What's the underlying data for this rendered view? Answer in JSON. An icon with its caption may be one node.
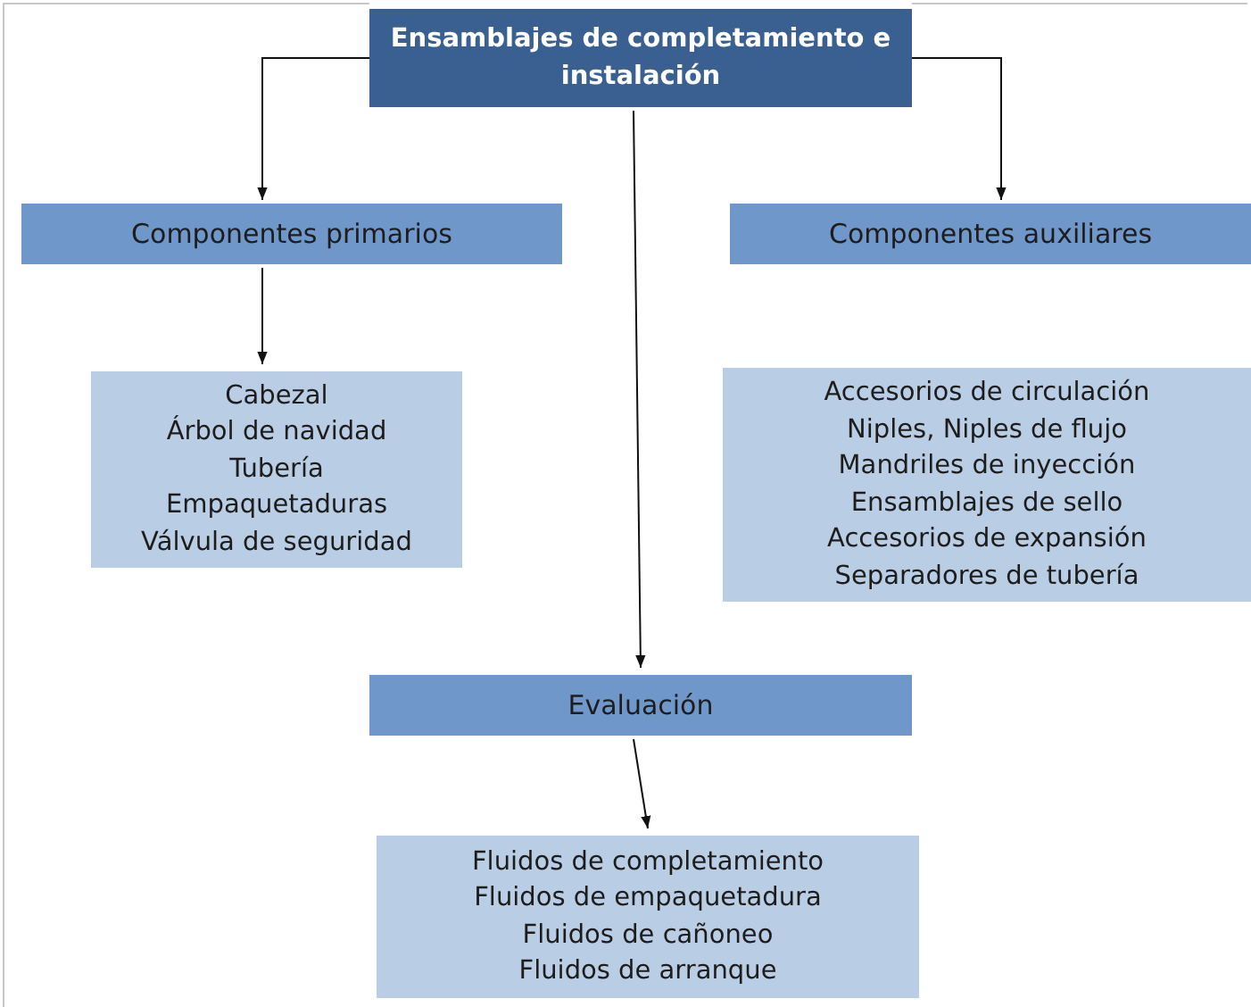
{
  "diagram": {
    "nodes": [
      {
        "text": [
          "Ensamblajes de completamiento e instalación"
        ]
      },
      {
        "text": [
          "Componentes primarios"
        ]
      },
      {
        "text": [
          "Componentes auxiliares"
        ]
      },
      {
        "text": [
          "Cabezal",
          "Árbol de navidad",
          "Tubería",
          "Empaquetaduras",
          "Válvula de seguridad"
        ]
      },
      {
        "text": [
          "Accesorios de circulación",
          "Niples, Niples de flujo",
          "Mandriles de inyección",
          "Ensamblajes de sello",
          "Accesorios de expansión",
          "Separadores de tubería"
        ]
      },
      {
        "text": [
          "Evaluación"
        ]
      },
      {
        "text": [
          "Fluidos de completamiento",
          "Fluidos de empaquetadura",
          "Fluidos de cañoneo",
          "Fluidos de arranque"
        ]
      }
    ],
    "edges": [
      {
        "from": 0,
        "to": 1,
        "arrow": "to"
      },
      {
        "from": 0,
        "to": 2,
        "arrow": "to"
      },
      {
        "from": 0,
        "to": 5,
        "arrow": "to"
      },
      {
        "from": 1,
        "to": 3,
        "arrow": "to"
      },
      {
        "from": 5,
        "to": 6,
        "arrow": "to"
      }
    ]
  }
}
